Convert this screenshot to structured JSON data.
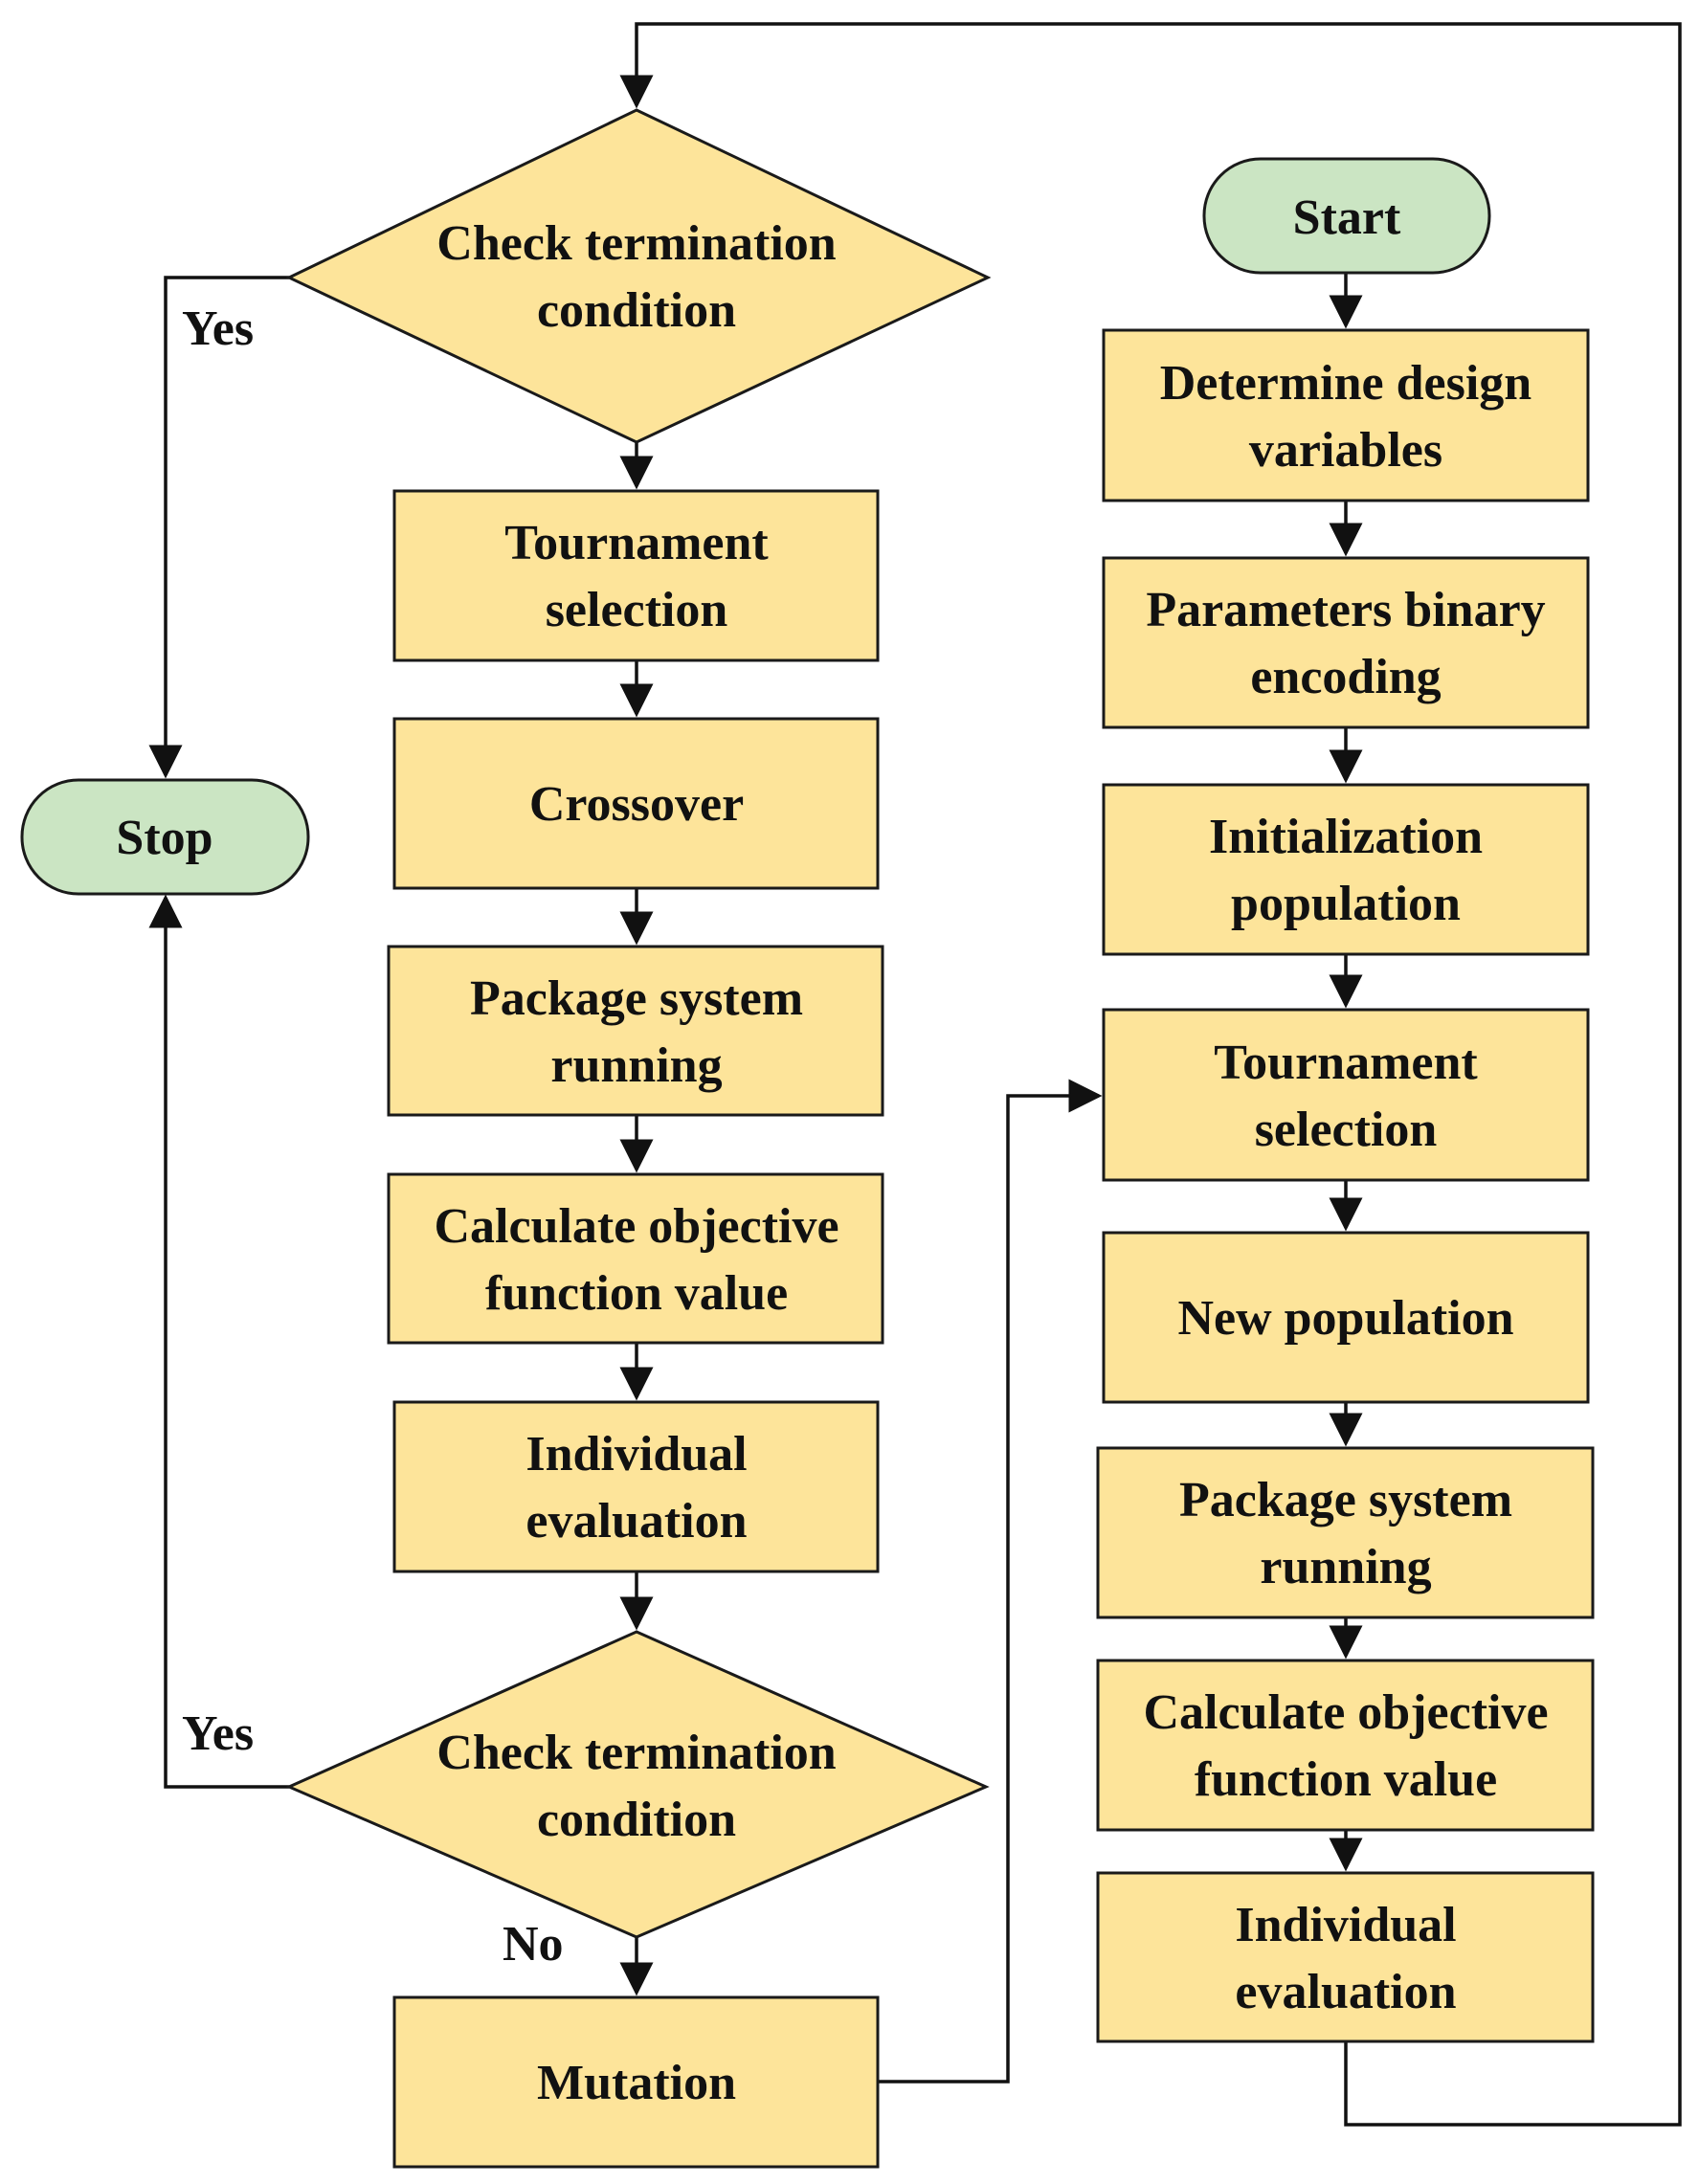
{
  "colors": {
    "process_fill": "#fde49a",
    "terminal_fill": "#cbe5c3",
    "stroke": "#1a1a1a",
    "text": "#111111"
  },
  "nodes": {
    "start": {
      "lines": [
        "Start"
      ]
    },
    "stop": {
      "lines": [
        "Stop"
      ]
    },
    "check_top": {
      "lines": [
        "Check termination",
        "condition"
      ]
    },
    "check_bottom": {
      "lines": [
        "Check termination",
        "condition"
      ]
    },
    "left_tournament": {
      "lines": [
        "Tournament",
        "selection"
      ]
    },
    "crossover": {
      "lines": [
        "Crossover"
      ]
    },
    "left_package": {
      "lines": [
        "Package system",
        "running"
      ]
    },
    "left_calc": {
      "lines": [
        "Calculate  objective",
        "function value"
      ]
    },
    "left_individual": {
      "lines": [
        "Individual",
        "evaluation"
      ]
    },
    "mutation": {
      "lines": [
        "Mutation"
      ]
    },
    "design_vars": {
      "lines": [
        "Determine design",
        "variables"
      ]
    },
    "binary_enc": {
      "lines": [
        "Parameters  binary",
        "encoding"
      ]
    },
    "init_pop": {
      "lines": [
        "Initialization",
        "population"
      ]
    },
    "right_tournament": {
      "lines": [
        "Tournament",
        "selection"
      ]
    },
    "new_pop": {
      "lines": [
        "New population"
      ]
    },
    "right_package": {
      "lines": [
        "Package system",
        "running"
      ]
    },
    "right_calc": {
      "lines": [
        "Calculate  objective",
        "function value"
      ]
    },
    "right_individual": {
      "lines": [
        "Individual",
        "evaluation"
      ]
    }
  },
  "edge_labels": {
    "yes_top": "Yes",
    "yes_bottom": "Yes",
    "no_bottom": "No"
  }
}
